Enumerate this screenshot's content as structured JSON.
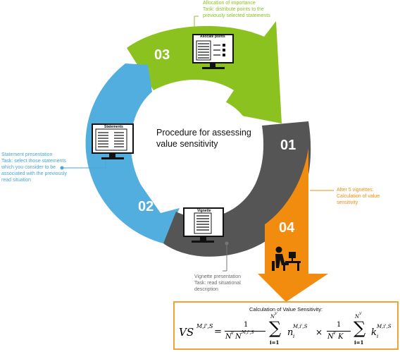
{
  "center": {
    "title_line1": "Procedure for assessing",
    "title_line2": "value sensitivity"
  },
  "steps": [
    {
      "number": "01"
    },
    {
      "number": "02"
    },
    {
      "number": "03"
    },
    {
      "number": "04"
    }
  ],
  "screens": {
    "allocate": "Allocate points",
    "statements": "Statements",
    "vignette": "Vignette"
  },
  "annotations": {
    "step3": [
      "Allocation of importance",
      "Task: distribute points to the",
      "previously selected statements"
    ],
    "step2": [
      "Statement presentation",
      "Task: select those statements",
      "which  you consider to be",
      "associated with the previously",
      "read situation"
    ],
    "step4": [
      "After 5 vignettes:",
      "Calculation of value",
      "sensitivity"
    ],
    "step1": [
      "Vignette presentation",
      "Task: read situational",
      "description"
    ]
  },
  "formula": {
    "title": "Calculation of Value Sensitivity:",
    "lhs": "VS",
    "lhs_sup": "M,i',S",
    "frac1_num": "1",
    "frac1_den": "N",
    "frac1_den_sup1": "V",
    "frac1_den_N": "N",
    "frac1_den_sup2": "M,i',S",
    "sum_top": "N",
    "sum_top_sup": "V",
    "sum_bottom": "i=1",
    "term1": "n",
    "term1_sub": "i",
    "term1_sup": "M,i',S",
    "times": "×",
    "frac2_num": "1",
    "frac2_den": "N",
    "frac2_den_sup": "V",
    "frac2_den_K": "K",
    "term2": "k",
    "term2_sub": "i",
    "term2_sup": "M,i',S"
  },
  "colors": {
    "green": "#8cc21f",
    "blue": "#4aa6d8",
    "grey": "#555555",
    "orange": "#f28c0f"
  }
}
